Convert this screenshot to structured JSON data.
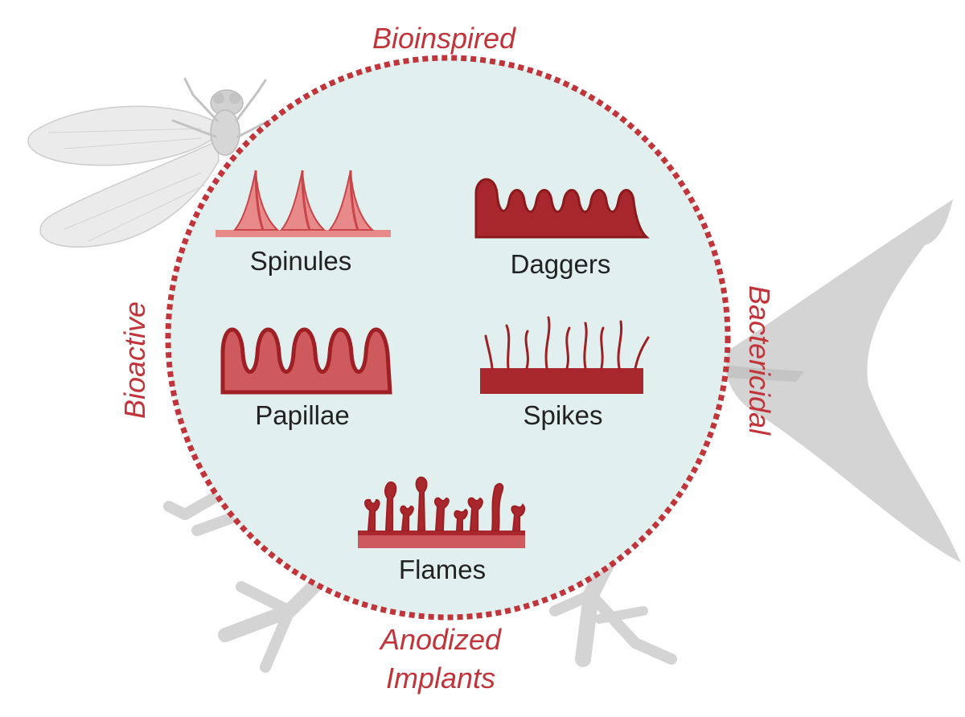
{
  "colors": {
    "accent": "#c0343a",
    "dark_red": "#9e1f24",
    "mid_red": "#c9454a",
    "light_red": "#e8898a",
    "circle_fill": "#e1f0ee",
    "silhouette": "#d6d6d6",
    "label_text": "#222222"
  },
  "outer_labels": {
    "top": "Bioinspired",
    "left": "Bioactive",
    "right": "Bactericidal",
    "bottom_line1": "Anodized",
    "bottom_line2": "Implants"
  },
  "structures": {
    "spinules": "Spinules",
    "daggers": "Daggers",
    "papillae": "Papillae",
    "spikes": "Spikes",
    "flames": "Flames"
  },
  "icons": {
    "insect": "dragonfly-silhouette",
    "fish": "fish-tail-silhouette",
    "bird": "bird-feet-silhouette"
  }
}
